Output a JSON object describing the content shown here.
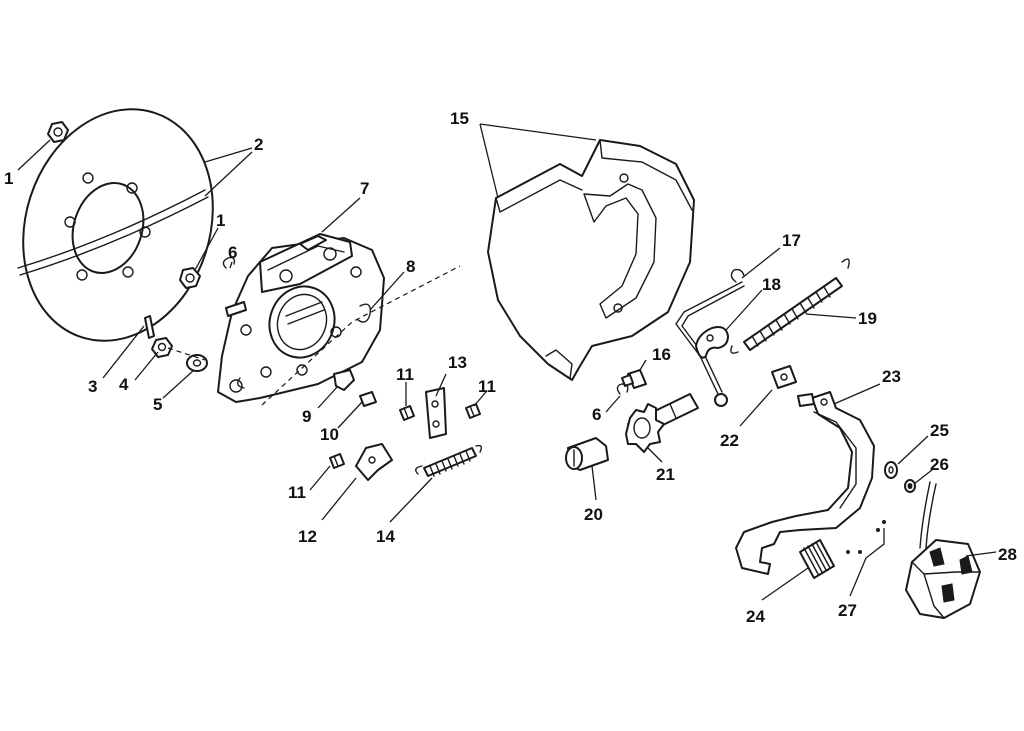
{
  "labels": {
    "n1": "1",
    "n2": "2",
    "n3": "3",
    "n4": "4",
    "n5": "5",
    "n6": "6",
    "n7": "7",
    "n8": "8",
    "n9": "9",
    "n10": "10",
    "n11": "11",
    "n12": "12",
    "n13": "13",
    "n14": "14",
    "n15": "15",
    "n16": "16",
    "n17": "17",
    "n18": "18",
    "n19": "19",
    "n20": "20",
    "n21": "21",
    "n22": "22",
    "n23": "23",
    "n24": "24",
    "n25": "25",
    "n26": "26",
    "n27": "27",
    "n28": "28"
  },
  "colors": {
    "line": "#1a1a1a",
    "background": "#ffffff"
  }
}
